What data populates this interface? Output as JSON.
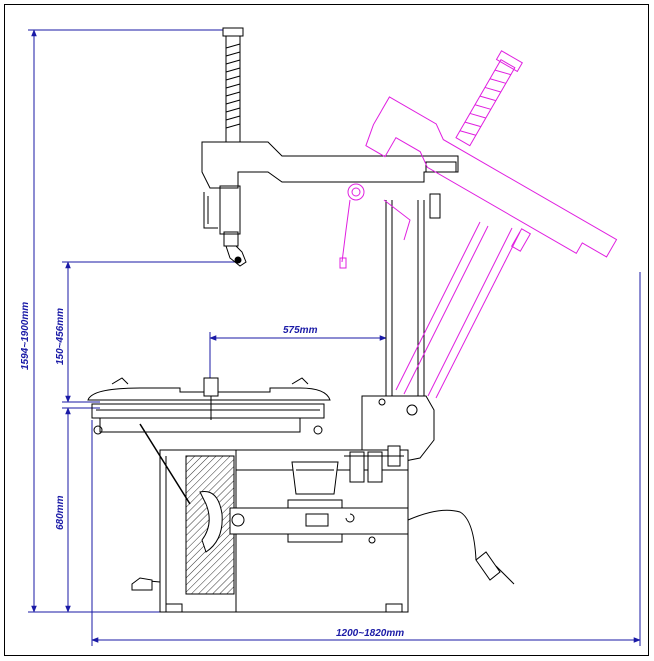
{
  "colors": {
    "dimension": "#1a1aa6",
    "machine": "#000000",
    "tilted_arm": "#e020e0"
  },
  "dimensions": {
    "total_height": "1594~1900mm",
    "tool_travel": "150~456mm",
    "reach": "575mm",
    "table_height": "680mm",
    "total_width": "1200~1820mm"
  }
}
